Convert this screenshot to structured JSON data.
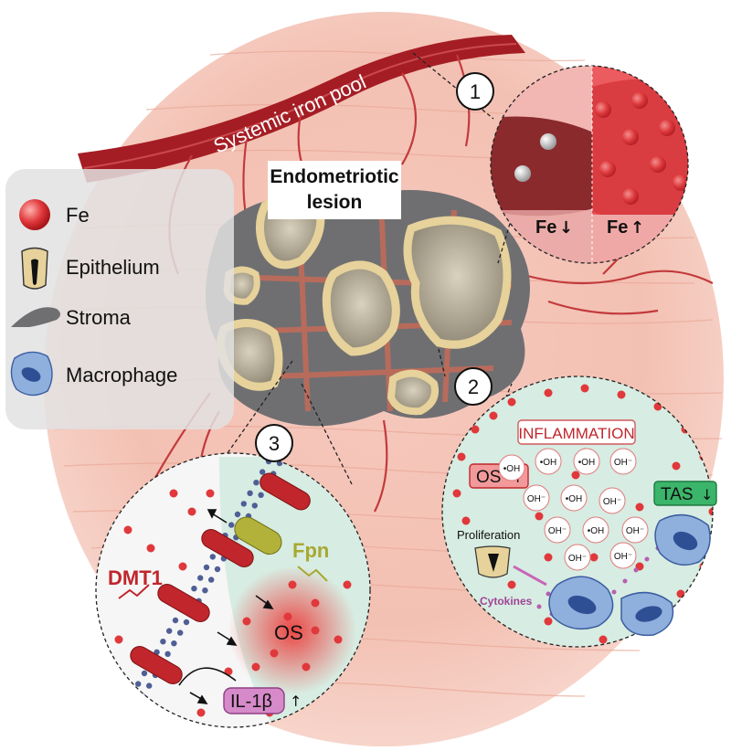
{
  "diagram": {
    "vessel_label": "Systemic iron pool",
    "lesion_title_line1": "Endometriotic",
    "lesion_title_line2": "lesion",
    "legend": {
      "fe": "Fe",
      "epithelium": "Epithelium",
      "stroma": "Stroma",
      "macrophage": "Macrophage"
    },
    "panel1": {
      "number": "1",
      "fe_left": "Fe",
      "fe_left_arrow": "↓",
      "fe_right": "Fe",
      "fe_right_arrow": "↑"
    },
    "panel2": {
      "number": "2",
      "inflammation": "INFLAMMATION",
      "os": "OS",
      "os_arrow": "↑",
      "tas": "TAS",
      "tas_arrow": "↓",
      "proliferation": "Proliferation",
      "cytokines": "Cytokines",
      "radical_oh_dot": "•OH",
      "radical_oh_minus": "OH⁻"
    },
    "panel3": {
      "number": "3",
      "dmt1": "DMT1",
      "fpn": "Fpn",
      "os": "OS",
      "il1b": "IL-1β",
      "il1b_arrow": "↑"
    }
  },
  "colors": {
    "vessel": "#a51d24",
    "iron": "#e0383b",
    "epithelium": "#e6d29a",
    "stroma": "#6f6f72",
    "macrophage": "#4a6fb5",
    "panel_green": "#d7ece2",
    "dmt1": "#c0262b",
    "fpn": "#a8a830"
  }
}
